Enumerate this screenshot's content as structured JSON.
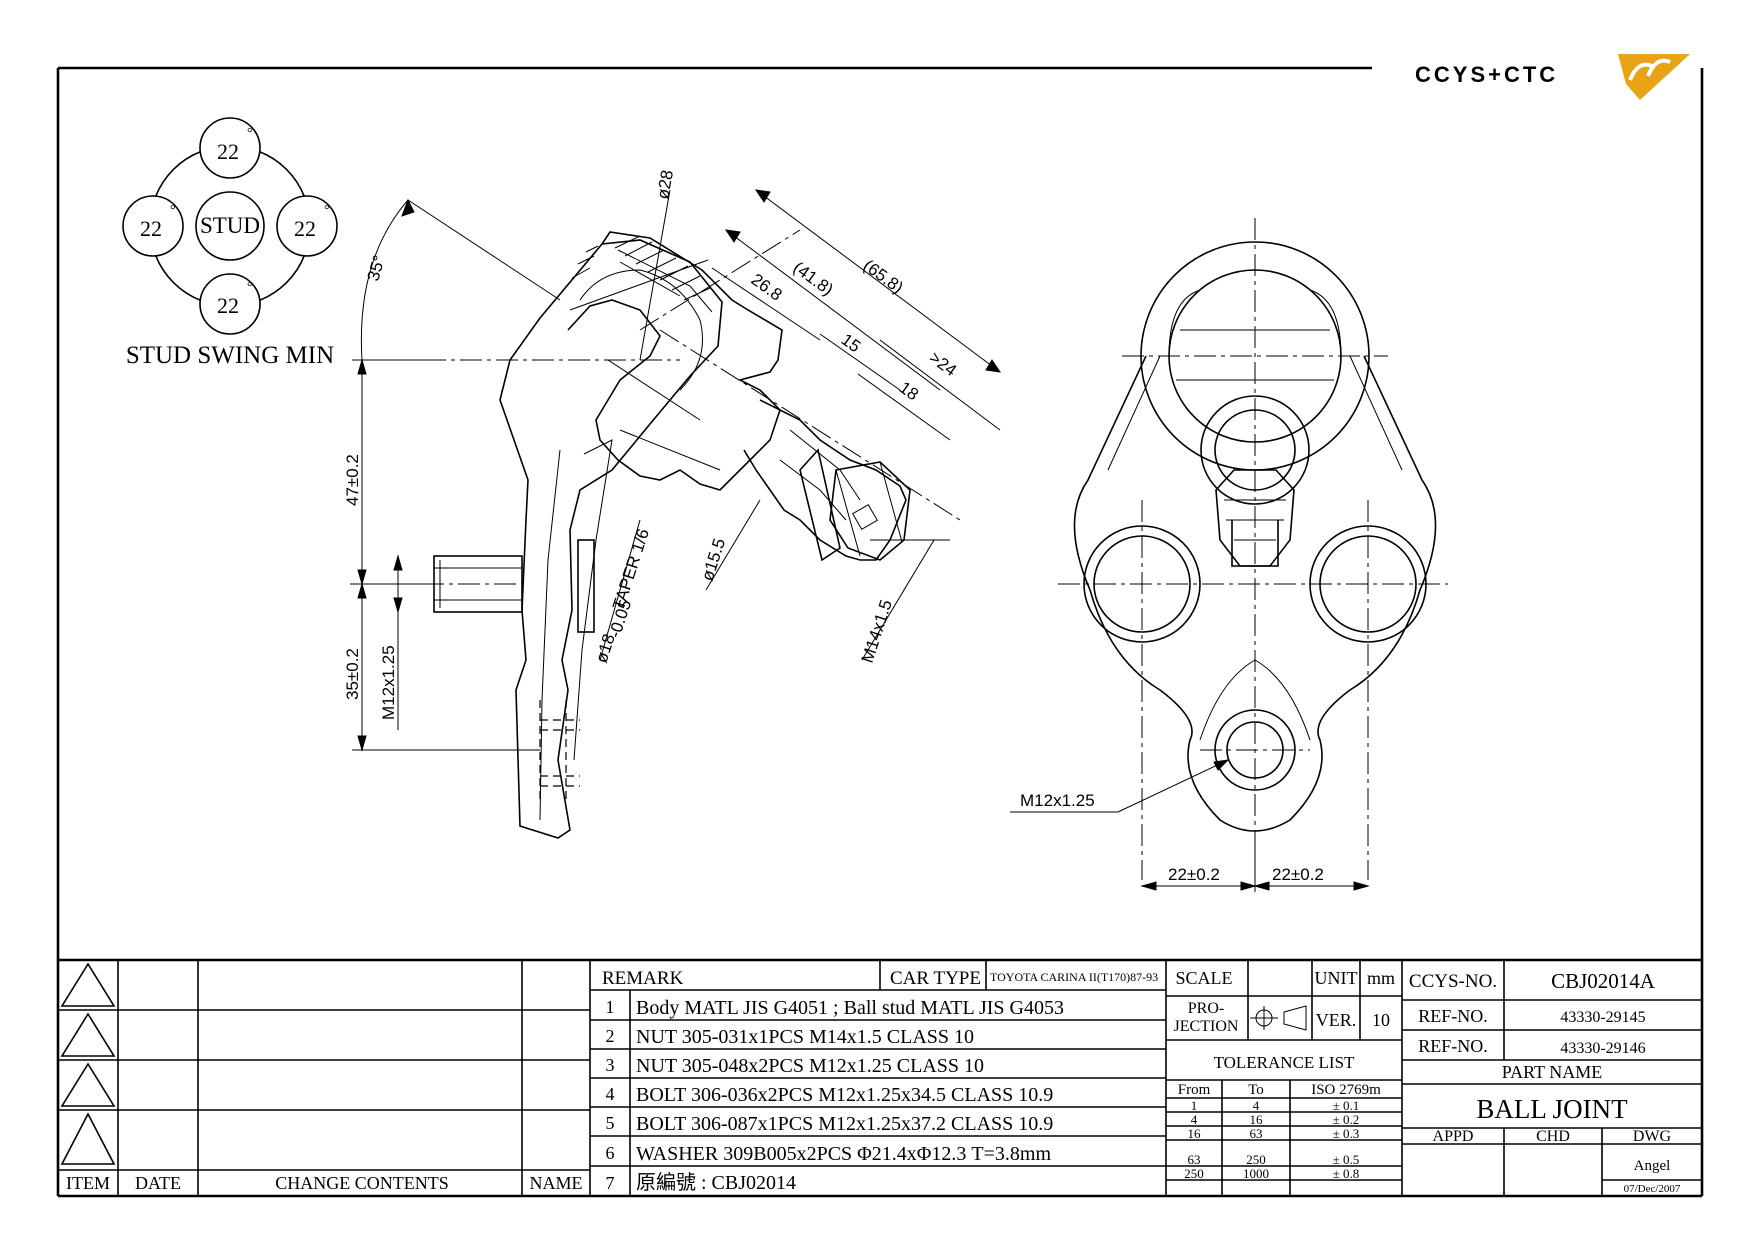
{
  "logo": {
    "text": "CCYS+CTC",
    "accent_color": "#e8a317"
  },
  "stud_swing": {
    "title": "STUD SWING MIN",
    "center": "STUD",
    "top": "22",
    "left": "22",
    "right": "22",
    "bottom": "22",
    "degree": "°"
  },
  "dims_side": {
    "phi28": "ø28",
    "angle35": "35°",
    "len658": "(65.8)",
    "len418": "(41.8)",
    "len268": "26.8",
    "len15": "15",
    "len24": ">24",
    "len18": "18",
    "h47": "47±0.2",
    "h35": "35±0.2",
    "m12": "M12x1.25",
    "taper_prefix": "ø18",
    "taper_sub": "-0.05",
    "taper_text": "TAPER 1/6",
    "phi155": "ø15.5",
    "m14": "M14x1.5"
  },
  "dims_front": {
    "m12": "M12x1.25",
    "left": "22±0.2",
    "right": "22±0.2"
  },
  "revision_table": {
    "headers": {
      "item": "ITEM",
      "date": "DATE",
      "change": "CHANGE CONTENTS",
      "name": "NAME"
    }
  },
  "remarks": {
    "header": "REMARK",
    "car_type_label": "CAR TYPE",
    "car_type": "TOYOTA CARINA II(T170)87-93",
    "rows": [
      {
        "no": "1",
        "text": "Body MATL JIS G4051 ; Ball stud MATL JIS G4053"
      },
      {
        "no": "2",
        "text": "NUT 305-031x1PCS M14x1.5 CLASS 10"
      },
      {
        "no": "3",
        "text": "NUT 305-048x2PCS M12x1.25 CLASS 10"
      },
      {
        "no": "4",
        "text": "BOLT 306-036x2PCS M12x1.25x34.5 CLASS 10.9"
      },
      {
        "no": "5",
        "text": "BOLT 306-087x1PCS M12x1.25x37.2 CLASS 10.9"
      },
      {
        "no": "6",
        "text": "WASHER 309B005x2PCS  Φ21.4xΦ12.3 T=3.8mm"
      },
      {
        "no": "7",
        "text": "原編號 : CBJ02014"
      }
    ]
  },
  "title_block": {
    "scale_label": "SCALE",
    "unit_label": "UNIT",
    "unit_value": "mm",
    "projection_label_1": "PRO-",
    "projection_label_2": "JECTION",
    "ver_label": "VER.",
    "ver_value": "10",
    "tolerance_title": "TOLERANCE LIST",
    "tolerance_headers": [
      "From",
      "To",
      "ISO 2769m"
    ],
    "tolerance_rows": [
      [
        "1",
        "4",
        "± 0.1"
      ],
      [
        "4",
        "16",
        "± 0.2"
      ],
      [
        "16",
        "63",
        "± 0.3"
      ],
      [
        "63",
        "250",
        "± 0.5"
      ],
      [
        "250",
        "1000",
        "± 0.8"
      ]
    ],
    "ccys_no_label": "CCYS-NO.",
    "ccys_no": "CBJ02014A",
    "ref_label_1": "REF-NO.",
    "ref_no_1": "43330-29145",
    "ref_label_2": "REF-NO.",
    "ref_no_2": "43330-29146",
    "part_name_label": "PART NAME",
    "part_name": "BALL JOINT",
    "appd_label": "APPD",
    "chd_label": "CHD",
    "dwg_label": "DWG",
    "dwg_name": "Angel",
    "date": "07/Dec/2007"
  }
}
